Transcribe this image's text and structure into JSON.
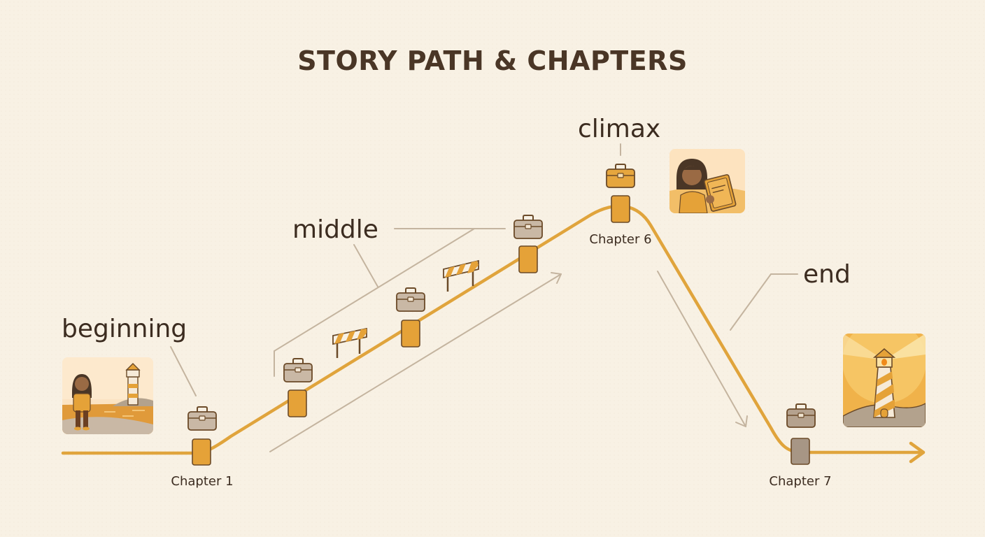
{
  "title": "STORY PATH & CHAPTERS",
  "stages": {
    "beginning": "beginning",
    "middle": "middle",
    "climax": "climax",
    "end": "end"
  },
  "chapters": {
    "first": "Chapter 1",
    "sixth": "Chapter 6",
    "seventh": "Chapter 7"
  },
  "colors": {
    "background": "#f8f1e4",
    "path": "#e0a43c",
    "marker": "#e5a238",
    "marker_end": "#a79685",
    "suitcase": "#c9b8a5",
    "suitcase_climax": "#e6a63e",
    "guide_line": "#c4b49f",
    "text": "#3c2c20"
  },
  "icons": {
    "start_scene": "girl-lighthouse-beach-icon",
    "climax_scene": "girl-reading-book-icon",
    "end_scene": "lighthouse-icon",
    "item": "suitcase-icon",
    "obstacle": "barrier-icon"
  }
}
